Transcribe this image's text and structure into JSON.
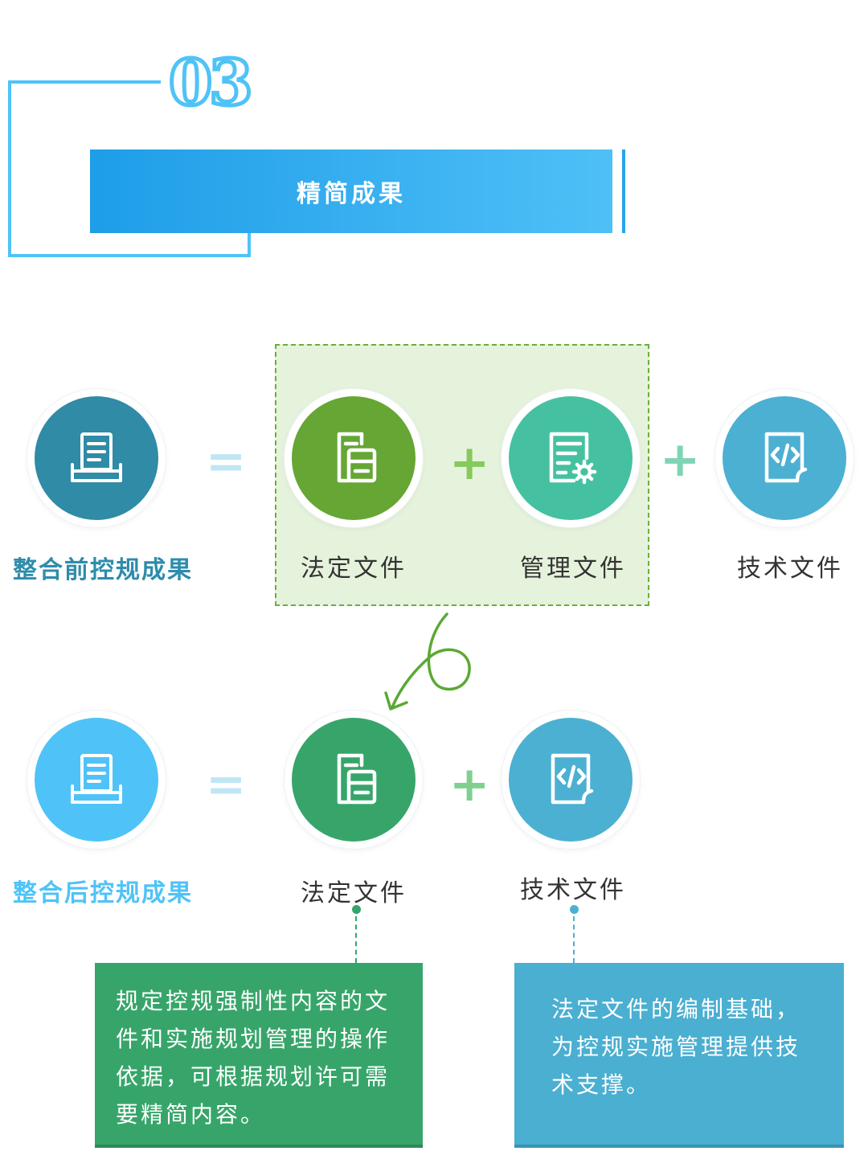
{
  "header": {
    "section_number": "03",
    "title": "精简成果"
  },
  "before": {
    "result_label": "整合前控规成果",
    "equals": "=",
    "plus_1": "+",
    "plus_2": "+",
    "items": [
      {
        "label": "法定文件",
        "icon": "legal-document-icon",
        "color": "#66a634"
      },
      {
        "label": "管理文件",
        "icon": "management-document-gear-icon",
        "color": "#45c1a1"
      },
      {
        "label": "技术文件",
        "icon": "code-document-icon",
        "color": "#4cb0d2"
      }
    ],
    "result_color": "#2f8ba6"
  },
  "after": {
    "result_label": "整合后控规成果",
    "equals": "=",
    "plus": "+",
    "items": [
      {
        "label": "法定文件",
        "icon": "legal-document-icon",
        "color": "#37a56a"
      },
      {
        "label": "技术文件",
        "icon": "code-document-icon",
        "color": "#4cb0d2"
      }
    ],
    "result_color": "#4fc3f7"
  },
  "descriptions": {
    "legal": "规定控规强制性内容的文件和实施规划管理的操作依据，可根据规划许可需要精简内容。",
    "technical": "法定文件的编制基础，为控规实施管理提供技术支撑。"
  },
  "colors": {
    "accent_blue": "#4fc3f7",
    "highlight_green": "#e6f3dc",
    "legal_box": "#37a56a",
    "technical_box": "#4aafd1"
  }
}
